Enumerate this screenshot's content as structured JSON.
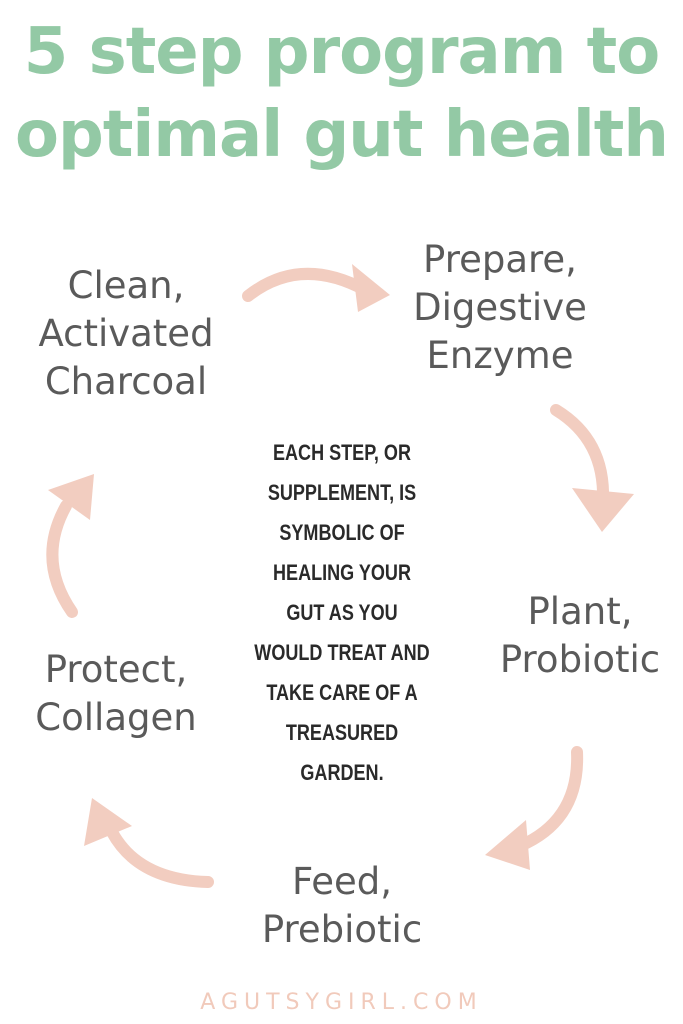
{
  "title": {
    "line1": "5 step program to",
    "line2": "optimal gut health"
  },
  "steps": [
    {
      "id": "clean",
      "lines": [
        "Clean,",
        "Activated",
        "Charcoal"
      ]
    },
    {
      "id": "prepare",
      "lines": [
        "Prepare,",
        "Digestive",
        "Enzyme"
      ]
    },
    {
      "id": "plant",
      "lines": [
        "Plant,",
        "Probiotic"
      ]
    },
    {
      "id": "feed",
      "lines": [
        "Feed,",
        "Prebiotic"
      ]
    },
    {
      "id": "protect",
      "lines": [
        "Protect,",
        "Collagen"
      ]
    }
  ],
  "center_text": [
    "EACH STEP, OR",
    "SUPPLEMENT, IS",
    "SYMBOLIC OF",
    "HEALING YOUR",
    "GUT AS YOU",
    "WOULD TREAT AND",
    "TAKE CARE OF A",
    "TREASURED",
    "GARDEN."
  ],
  "footer": "AGUTSYGIRL.COM",
  "colors": {
    "title": "#93c9a5",
    "step_text": "#5a5a5a",
    "center_text": "#2a2a2a",
    "arrow": "#f2cdc0",
    "footer": "#f1cabb"
  },
  "icons": {
    "arrow": "curved-arrow"
  }
}
